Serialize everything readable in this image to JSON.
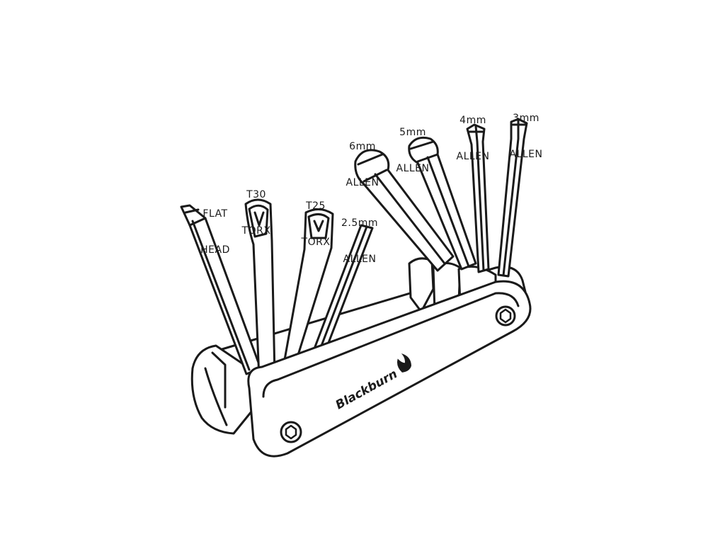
{
  "diagram": {
    "tools": [
      {
        "line1": "FLAT",
        "line2": "HEAD"
      },
      {
        "line1": "T30",
        "line2": "TORX"
      },
      {
        "line1": "T25",
        "line2": "TORX"
      },
      {
        "line1": "2.5mm",
        "line2": "ALLEN"
      },
      {
        "line1": "6mm",
        "line2": "ALLEN"
      },
      {
        "line1": "5mm",
        "line2": "ALLEN"
      },
      {
        "line1": "4mm",
        "line2": "ALLEN"
      },
      {
        "line1": "3mm",
        "line2": "ALLEN"
      }
    ],
    "brand": "Blackburn",
    "colors": {
      "stroke": "#1a1a1a",
      "fill": "#ffffff"
    }
  }
}
